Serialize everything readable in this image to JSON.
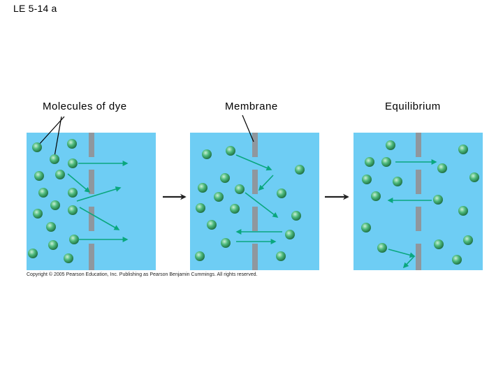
{
  "slide_id": "LE 5-14 a",
  "labels": {
    "molecules_of_dye": "Molecules of dye",
    "membrane": "Membrane",
    "equilibrium": "Equilibrium"
  },
  "copyright": "Copyright © 2005 Pearson Education, Inc. Publishing as Pearson Benjamin Cummings. All rights reserved.",
  "colors": {
    "panel_bg": "#6ecdf4",
    "membrane": "#8f979e",
    "molecule": "#2e9a5e",
    "arrow": "#0aa77e",
    "process_arrow": "#222222"
  }
}
